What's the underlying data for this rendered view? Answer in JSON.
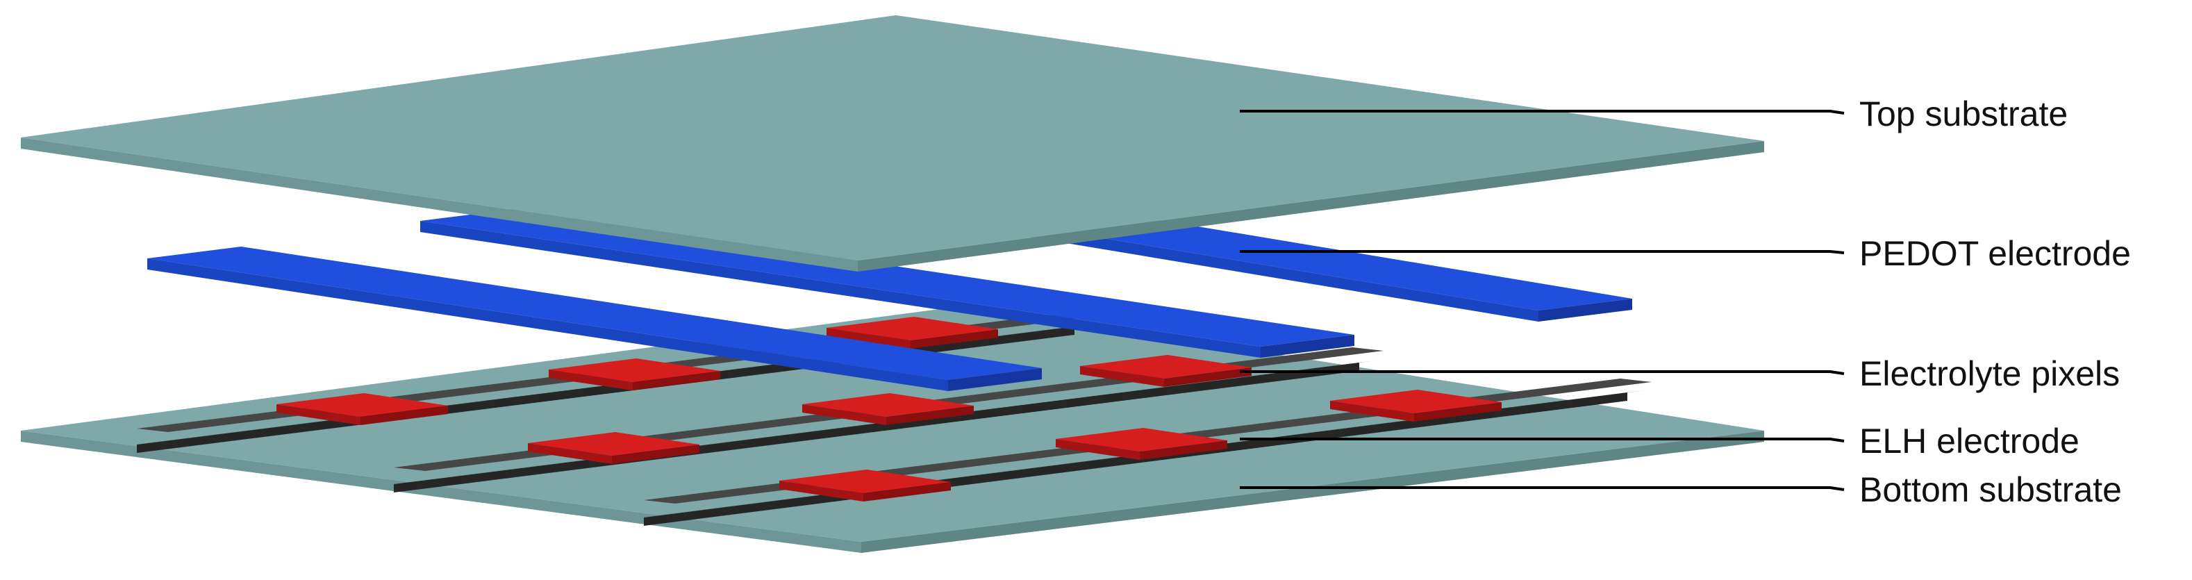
{
  "labels": {
    "top_substrate": "Top substrate",
    "pedot_electrode": "PEDOT electrode",
    "electrolyte_pixels": "Electrolyte pixels",
    "elh_electrode": "ELH electrode",
    "bottom_substrate": "Bottom substrate"
  },
  "colors": {
    "substrate_top": "#7fa8a8",
    "substrate_side": "#5f8585",
    "pedot_top": "#1f4fdc",
    "pedot_side": "#1535a0",
    "elh_top": "#474747",
    "elh_side": "#262626",
    "pixel_top": "#d61e1e",
    "pixel_side": "#8c0f0f",
    "leader_line": "#000000"
  },
  "grid": {
    "electrode_rows": 3,
    "pixel_columns": 3
  }
}
